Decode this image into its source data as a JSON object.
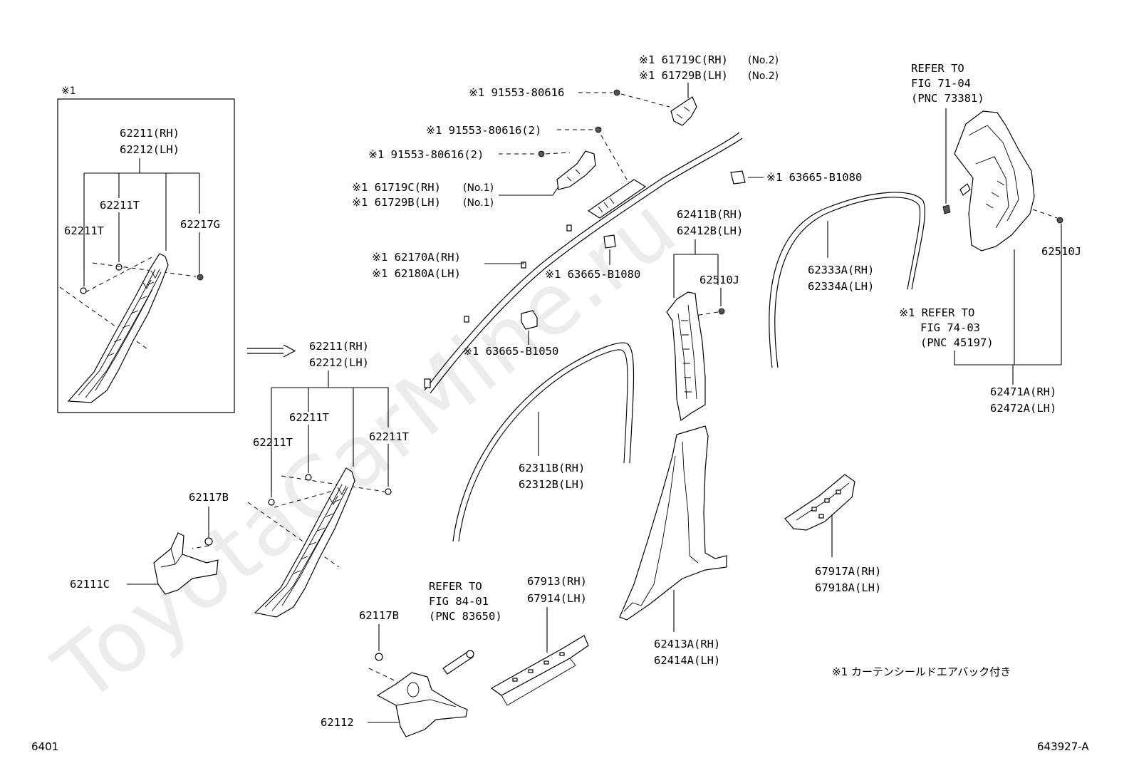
{
  "watermark": "ToyotaCarMine.ru",
  "page_number_left": "6401",
  "figure_code_right": "643927-A",
  "footnote": "※1 カーテンシールドエアバック付き",
  "inset": {
    "marker": "※1",
    "group_rh": "62211(RH)",
    "group_lh": "62212(LH)",
    "clip_a": "62211T",
    "clip_b": "62211T",
    "clip_c": "62217G"
  },
  "pillar_a": {
    "group_rh": "62211(RH)",
    "group_lh": "62212(LH)",
    "clip_top": "62211T",
    "clip_left": "62211T",
    "clip_right": "62211T"
  },
  "labels": {
    "clip_62117b_upper": "62117B",
    "garnish_62111c": "62111C",
    "clip_62117b_lower": "62117B",
    "garnish_62112": "62112",
    "refer_84_line1": "REFER TO",
    "refer_84_line2": "FIG 84-01",
    "refer_84_line3": "(PNC 83650)",
    "scuff_rh": "67913(RH)",
    "scuff_lh": "67914(LH)",
    "weather_front_rh": "62311B(RH)",
    "weather_front_lh": "62312B(LH)",
    "airbag_rh": "※1 62170A(RH)",
    "airbag_lh": "※1 62180A(LH)",
    "label_b1050": "※1 63665-B1050",
    "label_b1080_mid": "※1 63665-B1080",
    "label_b1080_top": "※1 63665-B1080",
    "bracket_no1_rh": "※1 61719C(RH)",
    "bracket_no1_rh_suffix": "(No.1)",
    "bracket_no1_lh": "※1 61729B(LH)",
    "bracket_no1_lh_suffix": "(No.1)",
    "bolt_2a": "※1 91553-80616(2)",
    "bolt_2b": "※1 91553-80616(2)",
    "bolt_single": "※1 91553-80616",
    "bracket_no2_rh": "※1 61719C(RH)",
    "bracket_no2_rh_suffix": "(No.2)",
    "bracket_no2_lh": "※1 61729B(LH)",
    "bracket_no2_lh_suffix": "(No.2)",
    "center_upper_rh": "62411B(RH)",
    "center_upper_lh": "62412B(LH)",
    "clip_62510j_center": "62510J",
    "center_lower_rh": "62413A(RH)",
    "center_lower_lh": "62414A(LH)",
    "weather_rear_rh": "62333A(RH)",
    "weather_rear_lh": "62334A(LH)",
    "refer_71_line1": "REFER TO",
    "refer_71_line2": "FIG 71-04",
    "refer_71_line3": "(PNC 73381)",
    "clip_62510j_right": "62510J",
    "refer_74_line1": "※1 REFER TO",
    "refer_74_line2": "FIG 74-03",
    "refer_74_line3": "(PNC 45197)",
    "quarter_rh": "62471A(RH)",
    "quarter_lh": "62472A(LH)",
    "rear_scuff_rh": "67917A(RH)",
    "rear_scuff_lh": "67918A(LH)"
  }
}
